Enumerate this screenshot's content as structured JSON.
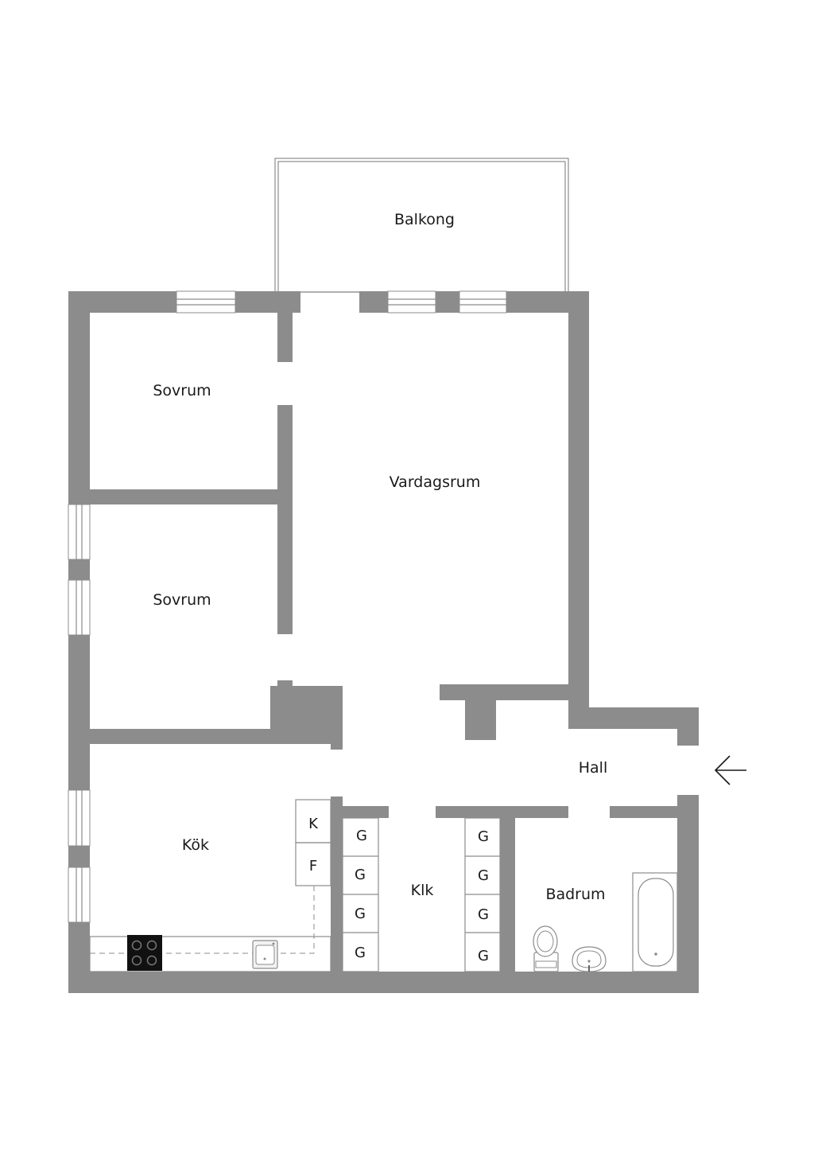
{
  "rooms": {
    "balcony": "Balkong",
    "bedroom_1": "Sovrum",
    "bedroom_2": "Sovrum",
    "living_room": "Vardagsrum",
    "kitchen": "Kök",
    "hall": "Hall",
    "closet": "Klk",
    "bathroom": "Badrum"
  },
  "kitchen_fixtures": {
    "fridge": "K",
    "freezer": "F"
  },
  "wardrobes": {
    "left": [
      "G",
      "G",
      "G",
      "G"
    ],
    "right": [
      "G",
      "G",
      "G",
      "G"
    ]
  },
  "icons": {
    "entrance": "arrow-left-icon",
    "stove": "stove-icon",
    "sink": "sink-icon",
    "toilet": "toilet-icon",
    "washbasin": "washbasin-icon",
    "bathtub": "bathtub-icon"
  },
  "colors": {
    "wall": "#8c8c8c",
    "background": "#ffffff",
    "text": "#1a1a1a"
  }
}
